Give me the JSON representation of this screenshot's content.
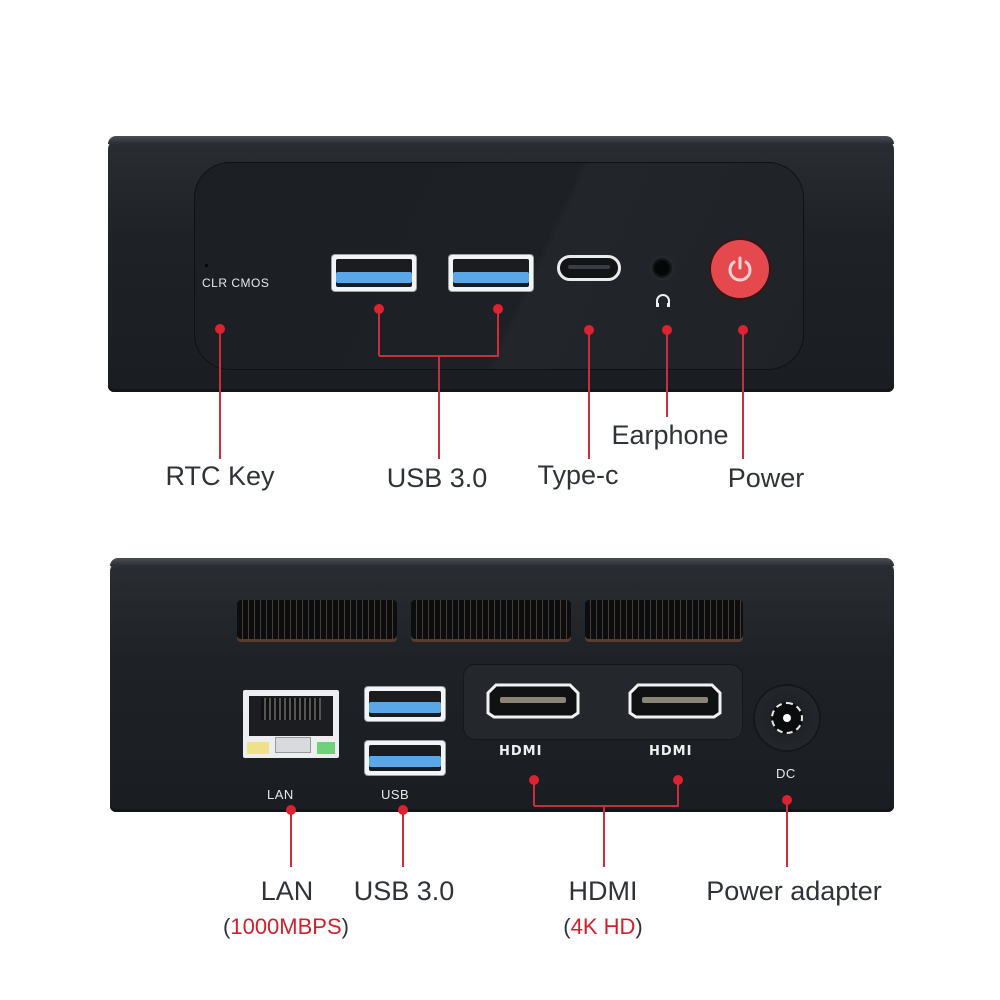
{
  "colors": {
    "callout_red": "#e0202c",
    "label_text": "#2f3338",
    "highlight_red": "#d0202e",
    "power_button": "#e5484d",
    "usb_blue": "#5aa6e6"
  },
  "front_view": {
    "silkscreen": {
      "clr_cmos": "CLR CMOS"
    },
    "ports": [
      {
        "id": "rtc-key",
        "label": "RTC Key"
      },
      {
        "id": "usb-3-0",
        "label": "USB 3.0",
        "count": 2
      },
      {
        "id": "type-c",
        "label": "Type-c"
      },
      {
        "id": "earphone",
        "label": "Earphone",
        "icon": "headset-icon"
      },
      {
        "id": "power",
        "label": "Power",
        "icon": "power-icon"
      }
    ]
  },
  "rear_view": {
    "silkscreen": {
      "lan": "LAN",
      "usb": "USB",
      "hdmi_1": "HDMI",
      "hdmi_2": "HDMI",
      "dc": "DC"
    },
    "ports": [
      {
        "id": "lan",
        "label": "LAN",
        "detail_open": "(",
        "detail": "1000MBPS",
        "detail_close": ")"
      },
      {
        "id": "usb-3-0",
        "label": "USB 3.0",
        "count": 2
      },
      {
        "id": "hdmi",
        "label": "HDMI",
        "count": 2,
        "detail_open": "(",
        "detail": "4K HD",
        "detail_close": ")"
      },
      {
        "id": "power-adapter",
        "label": "Power adapter"
      }
    ]
  }
}
